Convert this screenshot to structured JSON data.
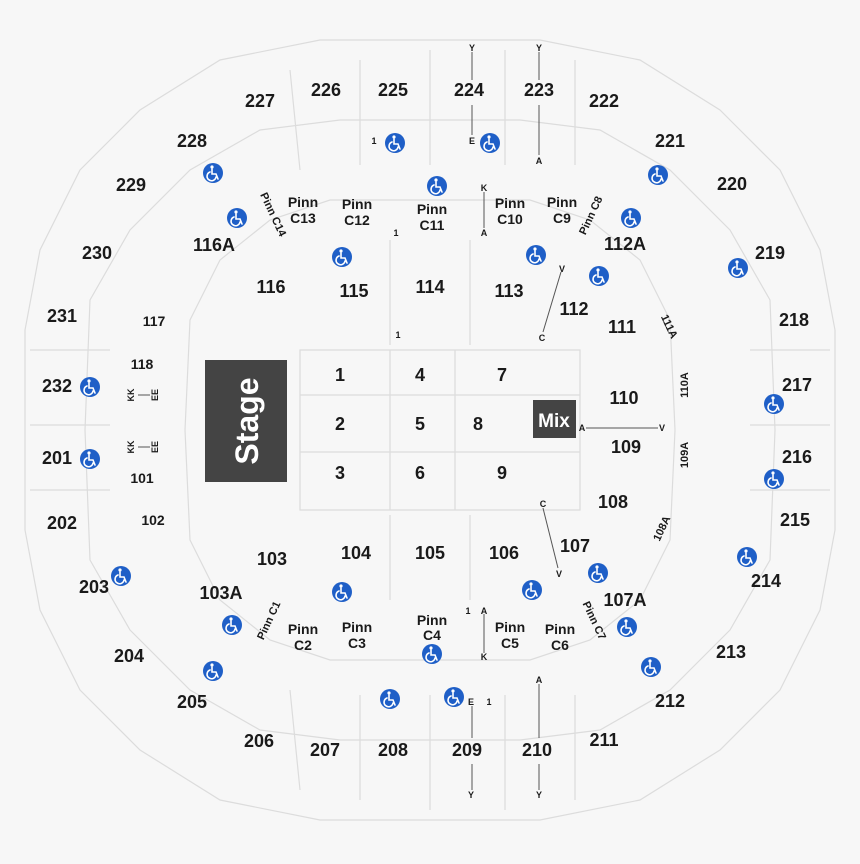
{
  "colors": {
    "background": "#f7f7f7",
    "outline": "#dcdcdc",
    "stage": "#444444",
    "accessible": "#1f5fc7",
    "text": "#1a1a1a"
  },
  "stage_label": "Stage",
  "mix_label": "Mix",
  "floor_sections": [
    "1",
    "2",
    "3",
    "4",
    "5",
    "6",
    "7",
    "8",
    "9"
  ],
  "upper_sections": [
    "227",
    "226",
    "225",
    "224",
    "223",
    "222",
    "228",
    "221",
    "229",
    "220",
    "230",
    "219",
    "231",
    "218",
    "232",
    "217",
    "201",
    "216",
    "202",
    "215",
    "203",
    "214",
    "204",
    "213",
    "205",
    "212",
    "206",
    "207",
    "208",
    "209",
    "210",
    "211"
  ],
  "lower_sections": [
    "116",
    "115",
    "114",
    "113",
    "112",
    "111",
    "110",
    "109",
    "108",
    "107",
    "106",
    "105",
    "104",
    "103",
    "102",
    "101",
    "117",
    "118"
  ],
  "sub_sections": [
    "116A",
    "112A",
    "103A",
    "107A",
    "111A",
    "110A",
    "109A",
    "108A"
  ],
  "pinnacle_sections": [
    {
      "pinn": "Pinn",
      "code": "C13"
    },
    {
      "pinn": "Pinn",
      "code": "C12"
    },
    {
      "pinn": "Pinn",
      "code": "C11"
    },
    {
      "pinn": "Pinn",
      "code": "C10"
    },
    {
      "pinn": "Pinn",
      "code": "C9"
    },
    {
      "pinn": "Pinn",
      "code": "C2"
    },
    {
      "pinn": "Pinn",
      "code": "C3"
    },
    {
      "pinn": "Pinn",
      "code": "C4"
    },
    {
      "pinn": "Pinn",
      "code": "C5"
    },
    {
      "pinn": "Pinn",
      "code": "C6"
    }
  ],
  "pinnacle_angled": [
    "Pinn C14",
    "Pinn C8",
    "Pinn C1",
    "Pinn C7"
  ],
  "row_markers": [
    "Y",
    "Y",
    "E",
    "1",
    "A",
    "K",
    "A",
    "1",
    "V",
    "C",
    "C",
    "V",
    "A",
    "V",
    "1",
    "A",
    "K",
    "A",
    "E",
    "1",
    "Y",
    "Y",
    "1",
    "KK",
    "EE",
    "KK",
    "EE"
  ],
  "accessible_icon": "wheelchair-icon"
}
